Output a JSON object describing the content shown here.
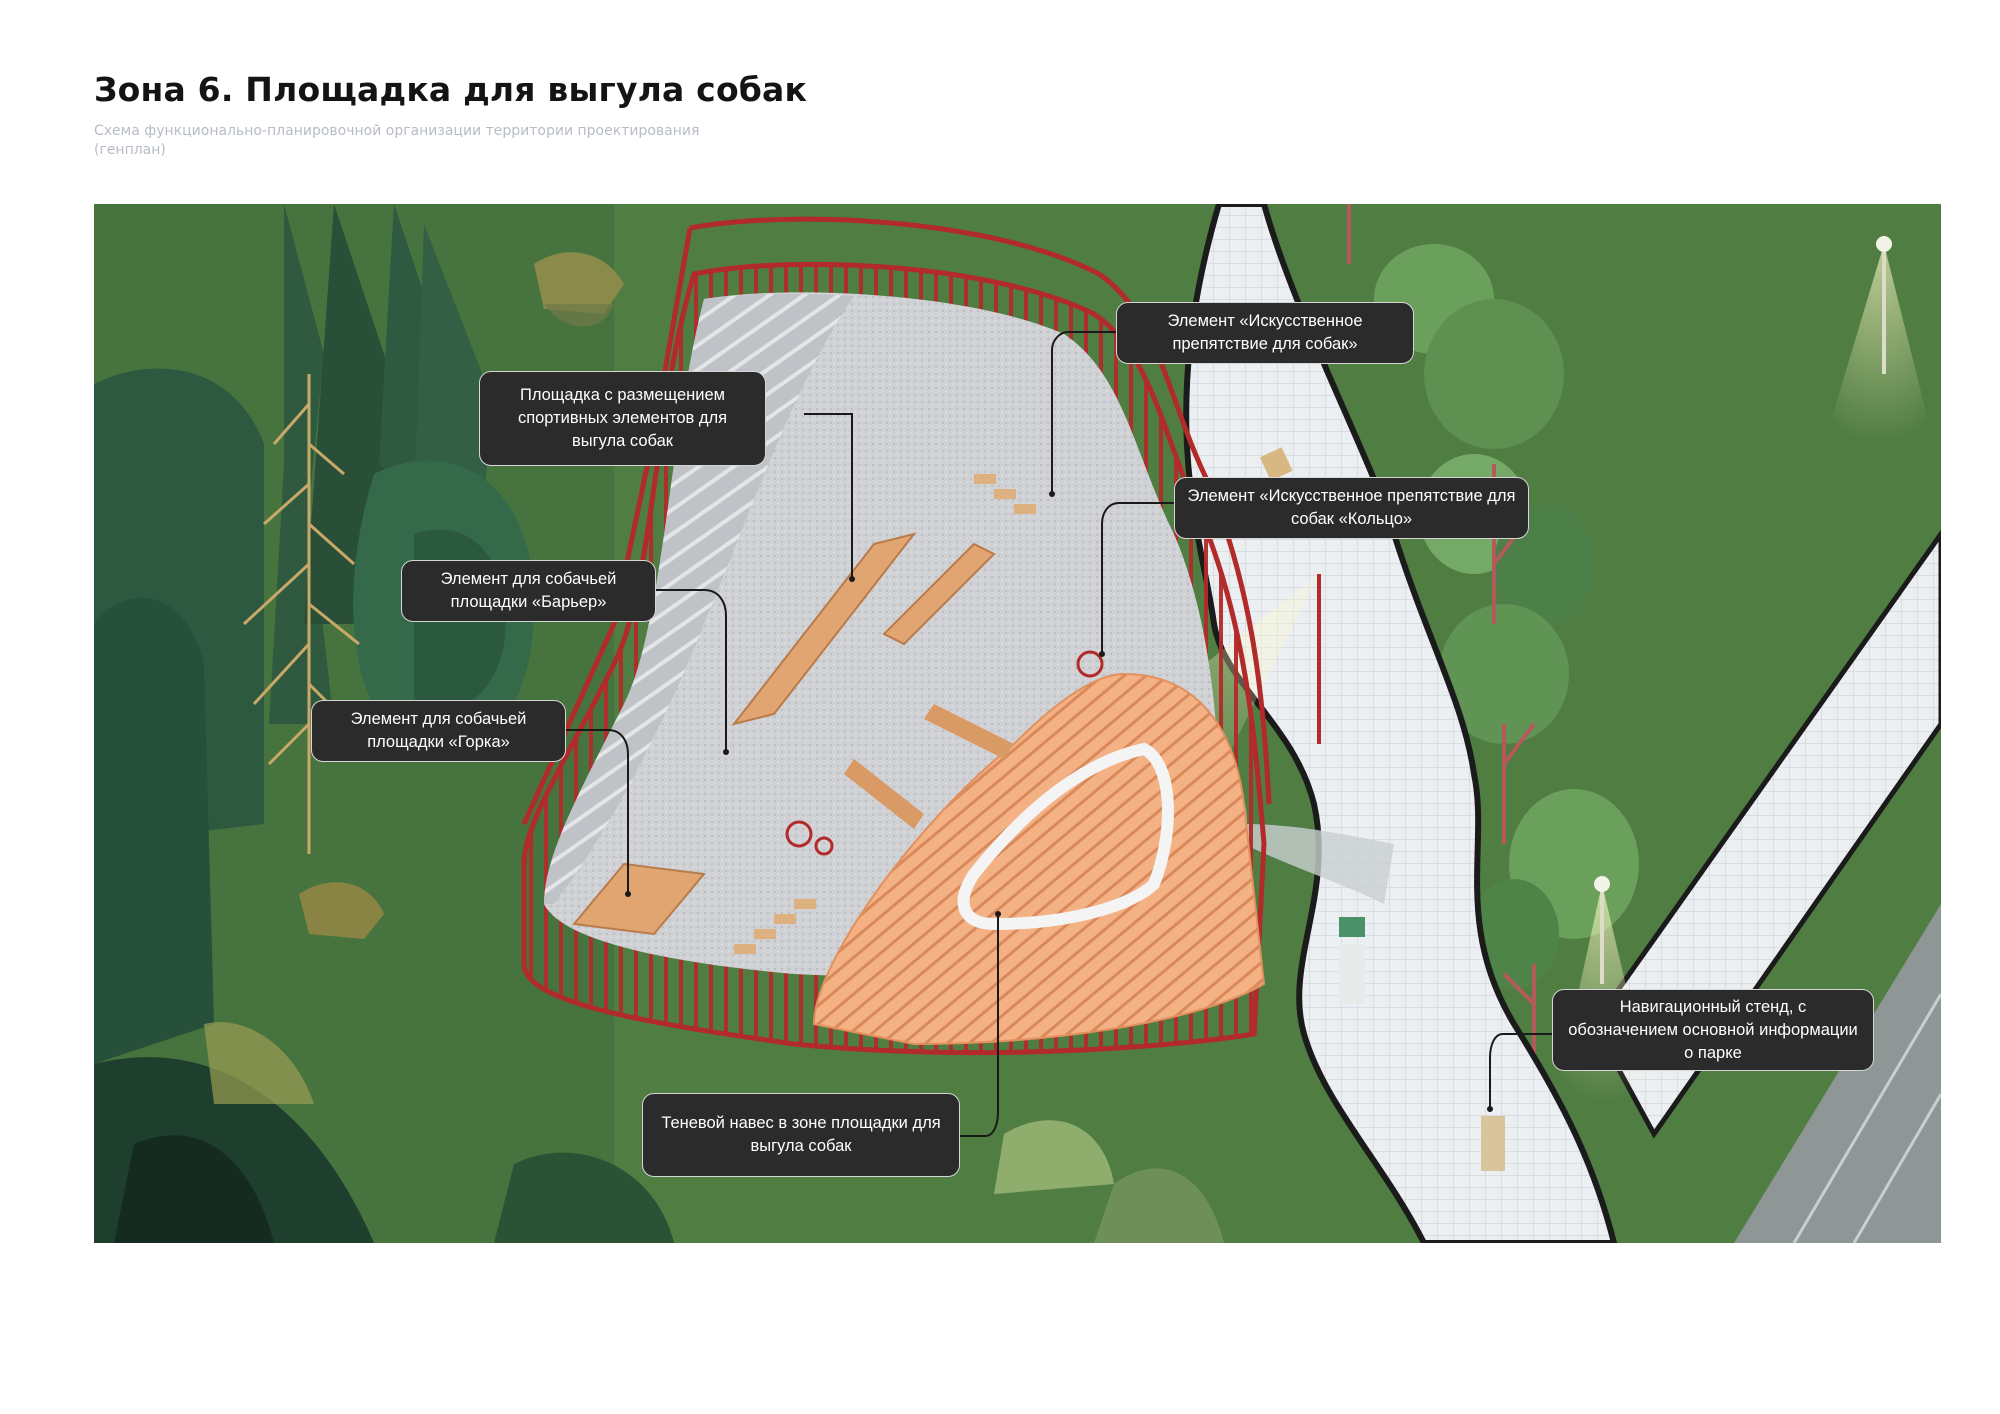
{
  "header": {
    "title": "Зона 6. Площадка для выгула собак",
    "subtitle": "Схема функционально-планировочной организации территории проектирования (генплан)"
  },
  "callouts": {
    "obstacle": "Элемент «Искусственное препятствие для собак»",
    "sport_area": "Площадка с размещением спортивных элементов для выгула собак",
    "ring": "Элемент «Искусственное препятствие для собак «Кольцо»",
    "barrier": "Элемент для собачьей площадки «Барьер»",
    "slide": "Элемент для собачьей площадки «Горка»",
    "navigation": "Навигационный стенд, с обозначением основной информации о парке",
    "canopy": "Теневой навес в зоне площадки для выгула собак"
  },
  "colors": {
    "grass": "#4e7a40",
    "fence": "#b22a2a",
    "deck": "#f0a878",
    "path": "#e9ecee",
    "callout_bg": "#2b2b2b"
  }
}
